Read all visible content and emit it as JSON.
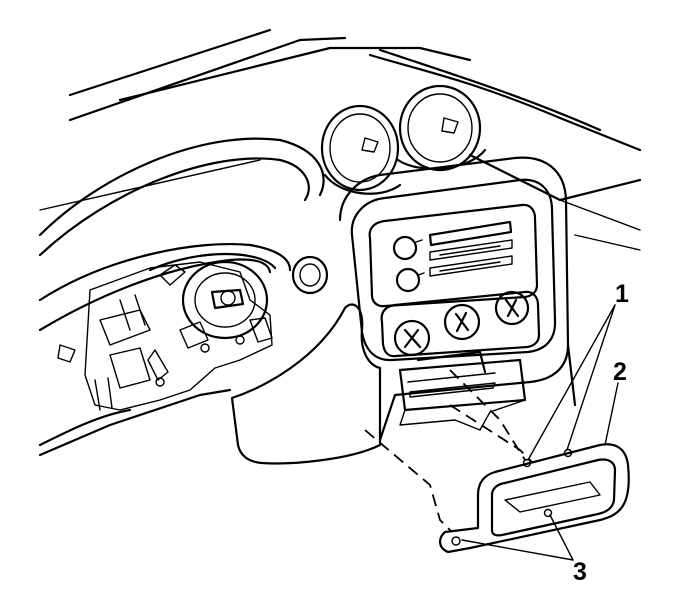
{
  "callouts": [
    {
      "id": "1",
      "label": "1"
    },
    {
      "id": "2",
      "label": "2"
    },
    {
      "id": "3",
      "label": "3"
    }
  ],
  "icons": [
    "steering-column-icon",
    "radio-unit-icon",
    "hvac-control-icon",
    "trim-plate-icon",
    "air-vent-icon"
  ]
}
